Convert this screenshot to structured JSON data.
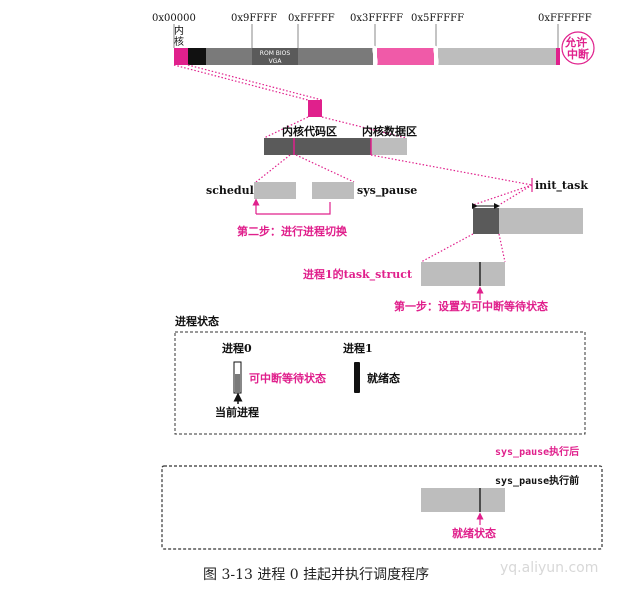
{
  "colors": {
    "magenta": "#e0208c",
    "dark_gray": "#5a5a5a",
    "mid_gray": "#7a7a7a",
    "light_gray": "#bdbdbd",
    "black": "#111111"
  },
  "memory_map": {
    "addresses": [
      "0x00000",
      "0x9FFFF",
      "0xFFFFF",
      "0x3FFFFF",
      "0x5FFFFF",
      "0xFFFFFF"
    ],
    "kernel_label": "内核",
    "rom_bios_label": "ROM BIOS",
    "vga_label": "VGA",
    "interrupt_badge": "允许\n中断"
  },
  "kernel": {
    "code_label": "内核代码区",
    "data_label": "内核数据区"
  },
  "switch": {
    "schedule_label": "schedule",
    "sys_pause_label": "sys_pause",
    "step2_label": "第二步：进行进程切换"
  },
  "task": {
    "init_task_label": "init_task",
    "task_struct_label": "进程1的task_struct",
    "step1_label": "第一步：设置为可中断等待状态"
  },
  "process_state": {
    "title": "进程状态",
    "p0_label": "进程0",
    "p0_state": "可中断等待状态",
    "current_label": "当前进程",
    "p1_label": "进程1",
    "p1_state": "就绪态"
  },
  "after": {
    "title": "sys_pause执行后"
  },
  "before": {
    "title": "sys_pause执行前",
    "state": "就绪状态"
  },
  "caption": "图 3-13    进程 0 挂起并执行调度程序",
  "watermark": "yq.aliyun.com"
}
